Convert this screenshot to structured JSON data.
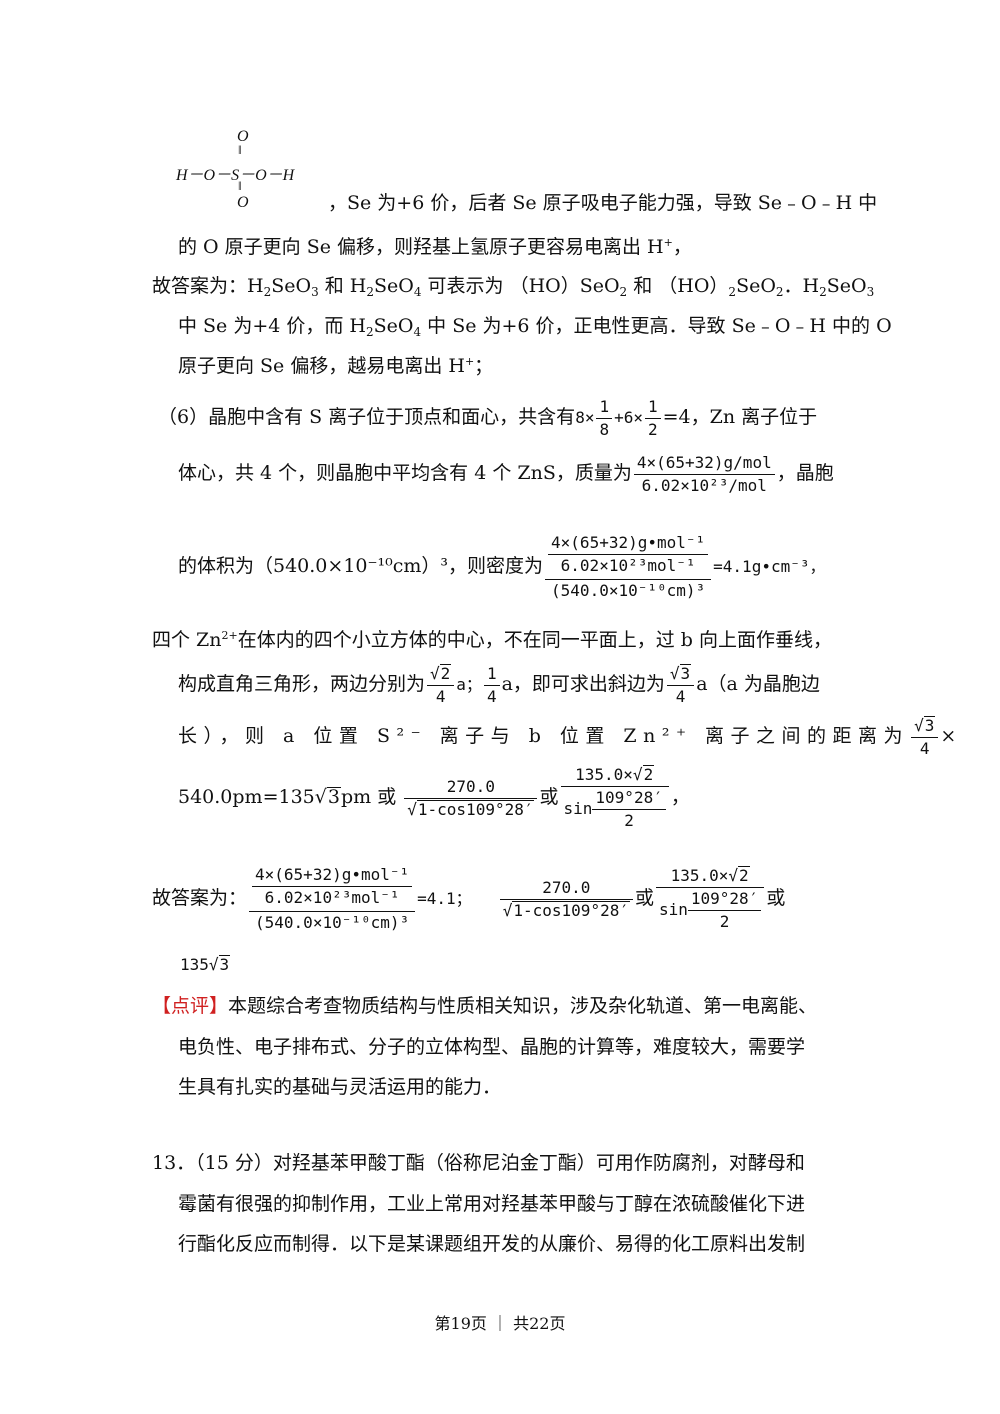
{
  "structure": {
    "top_o": "O",
    "dbl": "‖",
    "chain": "H－O－S－O－H",
    "bottom_o": "O"
  },
  "p1": {
    "l1": "，Se 为+6 价，后者 Se 原子吸电子能力强，导致 Se﹣O﹣H 中",
    "l2": "的 O 原子更向 Se 偏移，则羟基上氢原子更容易电离出 H+，"
  },
  "ans1": {
    "l1": "故答案为：H2SeO3 和 H2SeO4 可表示为 （HO）SeO2 和 （HO）2SeO2．H2SeO3",
    "l2": "中 Se 为+4 价，而 H2SeO4 中 Se 为+6 价，正电性更高．导致 Se﹣O﹣H 中的 O",
    "l3": "原子更向 Se 偏移，越易电离出 H+；"
  },
  "p6": {
    "l1_pre": "（6）晶胞中含有 S 离子位于顶点和面心，共含有",
    "l1_expr_a": "8×",
    "f1_num": "1",
    "f1_den": "8",
    "l1_expr_b": "+6×",
    "f2_num": "1",
    "f2_den": "2",
    "l1_post": "=4，Zn 离子位于",
    "l2_pre": "体心，共 4 个，则晶胞中平均含有 4 个 ZnS，质量为",
    "mass_num": "4×(65+32)g/mol",
    "mass_den": "6.02×10²³/mol",
    "l2_post": "，晶胞",
    "l3_pre": "的体积为（540.0×10⁻¹⁰cm）³，则密度为",
    "dens_top": "4×(65+32)g•mol⁻¹",
    "dens_mid": "6.02×10²³mol⁻¹",
    "dens_bot": "(540.0×10⁻¹⁰cm)³",
    "l3_post": "=4.1g•cm⁻³，"
  },
  "zn": {
    "l1": "四个 Zn2+在体内的四个小立方体的中心，不在同一平面上，过 b 向上面作垂线，",
    "l2_a": "构成直角三角形，两边分别为",
    "s2": "2",
    "four": "4",
    "l2_b": "a；",
    "one": "1",
    "l2_c": "a，即可求出斜边为",
    "s3": "3",
    "l2_d": "a（a 为晶胞边",
    "l3": "长），则 a 位置 S²⁻ 离子与 b 位置 Zn²⁺ 离子之间的距离为",
    "times": "×",
    "l4_a": "540.0pm=135",
    "l4_b": "pm 或",
    "cos_num": "270.0",
    "cos_den": "1-cos109°28′",
    "or": "或",
    "sin_num": "135.0×",
    "sin_den_pre": "sin",
    "sin_ang": "109°28′",
    "sin_two": "2",
    "comma": "，"
  },
  "ans2": {
    "label": "故答案为：",
    "dens_top": "4×(65+32)g•mol⁻¹",
    "dens_mid": "6.02×10²³mol⁻¹",
    "dens_bot": "(540.0×10⁻¹⁰cm)³",
    "eq": "=4.1；",
    "cos_num": "270.0",
    "cos_den": "1-cos109°28′",
    "or1": "或",
    "sin_num": "135.0×",
    "sin_den_pre": "sin",
    "sin_ang": "109°28′",
    "sin_two": "2",
    "or2": "或",
    "last": "135"
  },
  "comment": {
    "tag": "【点评】",
    "l1": "本题综合考查物质结构与性质相关知识，涉及杂化轨道、第一电离能、",
    "l2": "电负性、电子排布式、分子的立体构型、晶胞的计算等，难度较大，需要学",
    "l3": "生具有扎实的基础与灵活运用的能力．"
  },
  "q13": {
    "l1": "13．（15 分）对羟基苯甲酸丁酯（俗称尼泊金丁酯）可用作防腐剂，对酵母和",
    "l2": "霉菌有很强的抑制作用，工业上常用对羟基苯甲酸与丁醇在浓硫酸催化下进",
    "l3": "行酯化反应而制得．以下是某课题组开发的从廉价、易得的化工原料出发制"
  },
  "footer": "第19页 ｜ 共22页"
}
